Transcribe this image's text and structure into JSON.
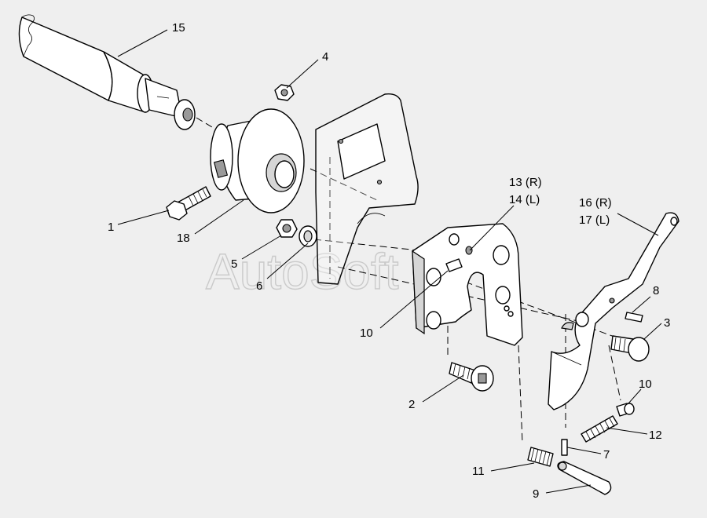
{
  "watermark": "AutoSoft",
  "callouts": [
    {
      "id": "15",
      "text": "15"
    },
    {
      "id": "4",
      "text": "4"
    },
    {
      "id": "1",
      "text": "1"
    },
    {
      "id": "18",
      "text": "18"
    },
    {
      "id": "5",
      "text": "5"
    },
    {
      "id": "6",
      "text": "6"
    },
    {
      "id": "13",
      "text": "13 (R)"
    },
    {
      "id": "14",
      "text": "14 (L)"
    },
    {
      "id": "16",
      "text": "16 (R)"
    },
    {
      "id": "17",
      "text": "17 (L)"
    },
    {
      "id": "8",
      "text": "8"
    },
    {
      "id": "3",
      "text": "3"
    },
    {
      "id": "10a",
      "text": "10"
    },
    {
      "id": "10b",
      "text": "10"
    },
    {
      "id": "2",
      "text": "2"
    },
    {
      "id": "12",
      "text": "12"
    },
    {
      "id": "7",
      "text": "7"
    },
    {
      "id": "11",
      "text": "11"
    },
    {
      "id": "9",
      "text": "9"
    }
  ]
}
